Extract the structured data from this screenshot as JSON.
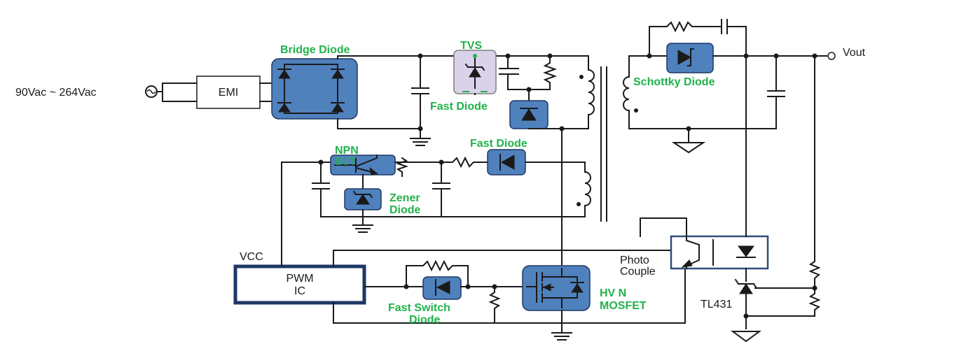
{
  "labels": {
    "input": "90Vac ~ 264Vac",
    "emi": "EMI",
    "bridge": "Bridge Diode",
    "tvs": "TVS",
    "fast_diode_top": "Fast Diode",
    "schottky": "Schottky Diode",
    "vout": "Vout",
    "npn_line1": "NPN",
    "npn_line2": "BJT",
    "fast_diode_mid": "Fast Diode",
    "zener_line1": "Zener",
    "zener_line2": "Diode",
    "vcc": "VCC",
    "pwm_line1": "PWM",
    "pwm_line2": "IC",
    "fast_switch_line1": "Fast Switch",
    "fast_switch_line2": "Diode",
    "mosfet_line1": "HV N",
    "mosfet_line2": "MOSFET",
    "photo_line1": "Photo",
    "photo_line2": "Couple",
    "tl431": "TL431"
  },
  "colors": {
    "component_fill": "#4f81bd",
    "label_green": "#21b24b",
    "pwm_border": "#1f3864",
    "photo_border": "#2e4d7d"
  }
}
